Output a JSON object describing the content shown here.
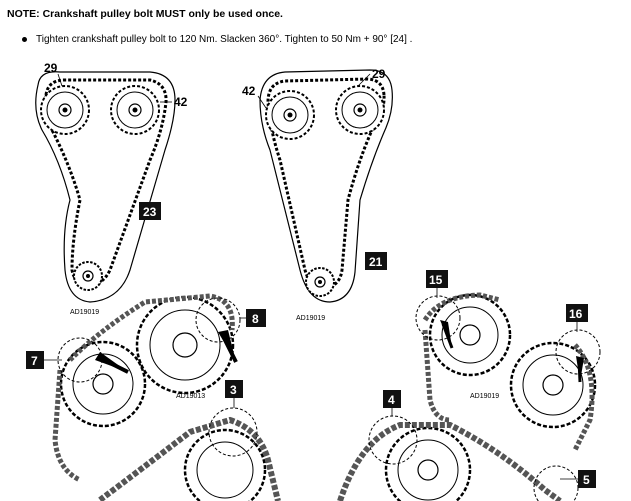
{
  "note": {
    "prefix": "NOTE: ",
    "text": "Crankshaft pulley bolt MUST only be used once."
  },
  "instruction": {
    "text": "Tighten crankshaft pulley bolt to 120 Nm. Slacken 360°. Tighten to 50 Nm + 90° [24] ."
  },
  "figure_left": {
    "callouts": [
      "29",
      "42"
    ],
    "box_label": "23",
    "ref_code": "AD19019"
  },
  "figure_right": {
    "callouts": [
      "42",
      "29"
    ],
    "box_label": "21",
    "ref_code": "AD19019"
  },
  "detail_labels": {
    "box_7": "7",
    "box_8": "8",
    "box_15": "15",
    "box_16": "16",
    "box_3": "3",
    "box_4": "4",
    "box_5": "5",
    "ref_code_center": "AD19013",
    "ref_code_right": "AD19019"
  }
}
